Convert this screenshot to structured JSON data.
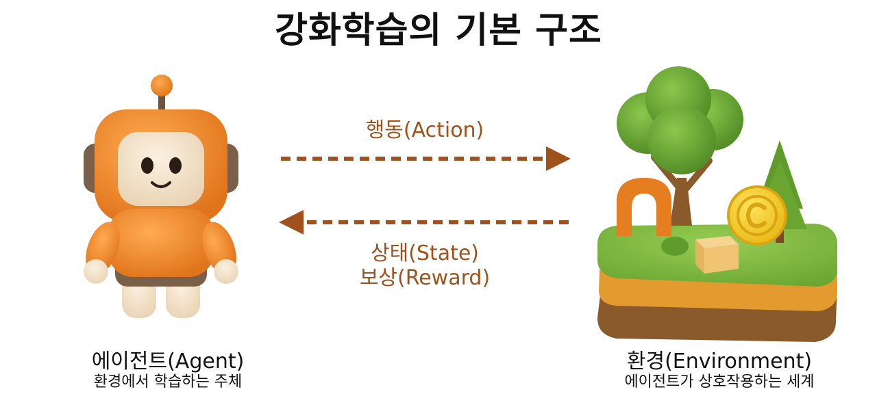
{
  "title": "강화학습의 기본 구조",
  "arrows": {
    "action_label": "행동(Action)",
    "state_label": "상태(State)",
    "reward_label": "보상(Reward)"
  },
  "agent": {
    "title": "에이전트(Agent)",
    "subtitle": "환경에서 학습하는 주체",
    "icon": "robot-icon"
  },
  "environment": {
    "title": "환경(Environment)",
    "subtitle": "에이전트가 상호작용하는 세계",
    "icon": "island-icon"
  },
  "colors": {
    "arrow": "#a0521d",
    "robot_orange": "#f08a24",
    "grass": "#7cb53a"
  }
}
